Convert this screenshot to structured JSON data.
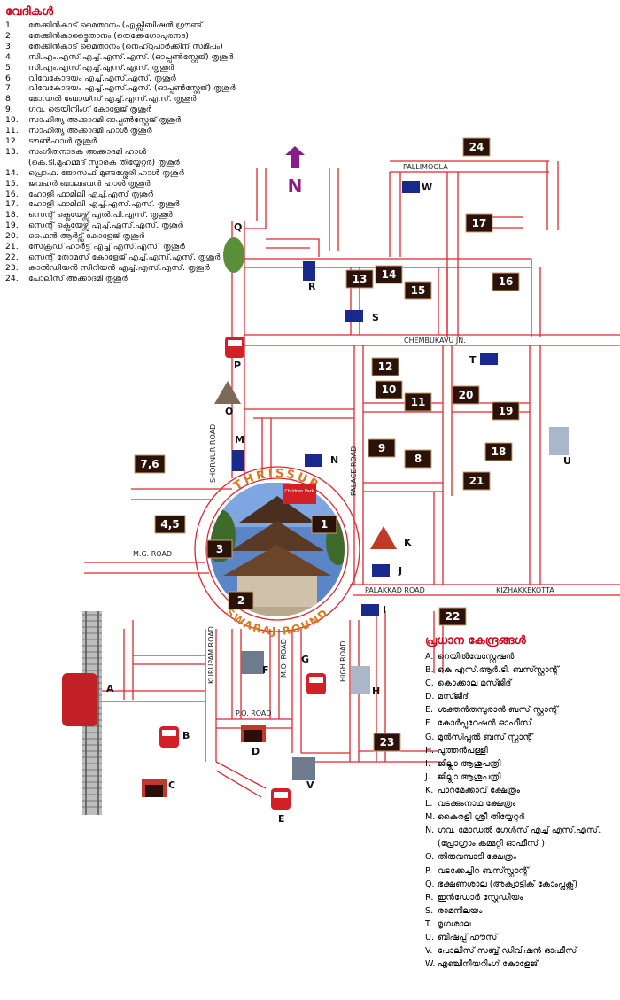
{
  "venues": {
    "title": "വേദികൾ",
    "items": [
      {
        "n": "1.",
        "t": "തേക്കിൻകാട് മൈതാനം (എക്സിബിഷൻ ഗ്രൗണ്ട്"
      },
      {
        "n": "2.",
        "t": "തേക്കിൻകാട്മൈതാനം (തെക്കേഗോപുരനട)"
      },
      {
        "n": "3.",
        "t": "തേക്കിൻകാട് മൈതാനം (നെഹ്റുപാർക്കിന് സമീപം)"
      },
      {
        "n": "4.",
        "t": "സി.എം.എസ്.എച്ച്.എസ്.എസ്. (ഓപ്പൺസ്റ്റേജ്) തൃശൂർ"
      },
      {
        "n": "5.",
        "t": "സി.എം.എസ്.എച്ച്.എസ്.എസ്. തൃശൂർ"
      },
      {
        "n": "6.",
        "t": "വിവേകോദയം എച്ച്.എസ്.എസ്. തൃശൂർ"
      },
      {
        "n": "7.",
        "t": "വിവേകോദയം എച്ച്.എസ്.എസ്. (ഓപ്പൺസ്റ്റേജ്) തൃശൂർ"
      },
      {
        "n": "8.",
        "t": "മോഡൽ ബോയ്സ് എച്ച്.എസ്.എസ്. തൃശൂർ"
      },
      {
        "n": "9.",
        "t": "ഗവ. ട്രെയിനിംഗ് കോളേജ് തൃശൂർ"
      },
      {
        "n": "10.",
        "t": "സാഹിത്യ അക്കാദമി ഓപ്പൺസ്റ്റേജ് തൃശൂർ"
      },
      {
        "n": "11.",
        "t": "സാഹിത്യ അക്കാദമി ഹാൾ തൃശൂർ"
      },
      {
        "n": "12.",
        "t": "ടൗൺഹാൾ തൃശൂർ"
      },
      {
        "n": "13.",
        "t": "സംഗീതനാടക അക്കാദമി ഹാൾ"
      },
      {
        "n": "",
        "t": "(കെ.ടി.മുഹമ്മദ് സ്മാരക തിയ്യേറ്റർ) തൃശൂർ"
      },
      {
        "n": "14.",
        "t": "പ്രൊഫ. ജോസഫ് മുണ്ടശ്ശേരി ഹാൾ തൃശൂർ"
      },
      {
        "n": "15.",
        "t": "ജവഹർ ബാലഭവൻ ഹാൾ തൃശൂർ"
      },
      {
        "n": "16.",
        "t": "ഹോളി ഫാമിലി എച്ച്.എസ് തൃശൂർ"
      },
      {
        "n": "17.",
        "t": "ഹോളി ഫാമിലി എച്ച്.എസ്.എസ്. തൃശൂർ"
      },
      {
        "n": "18.",
        "t": "സെന്റ് ക്ലെയേഴ്സ് എൽ.പി.എസ്. തൃശൂർ"
      },
      {
        "n": "19.",
        "t": "സെന്റ് ക്ലെയേഴ്സ് എച്ച്.എസ്.എസ്. തൃശൂർ"
      },
      {
        "n": "20.",
        "t": "ഫൈൻ ആർട്സ് കോളേജ് തൃശൂർ"
      },
      {
        "n": "21.",
        "t": "സേക്രഡ് ഹാർട്ട് എച്ച്.എസ്.എസ്. തൃശൂർ"
      },
      {
        "n": "22.",
        "t": "സെന്റ് തോമസ് കോളേജ് എച്ച്.എസ്.എസ്. തൃശൂർ"
      },
      {
        "n": "23.",
        "t": "കാൽഡിയൻ സിറിയൻ എച്ച്.എസ്.എസ്. തൃശൂർ"
      },
      {
        "n": "24.",
        "t": "പോലീസ് അക്കാദമി തൃശൂർ"
      }
    ]
  },
  "centers": {
    "title": "പ്രധാന കേന്ദ്രങ്ങൾ",
    "items": [
      {
        "k": "A.",
        "t": "റെയിൽവേസ്റ്റേഷൻ"
      },
      {
        "k": "B.",
        "t": "കെ.എസ്.ആർ.ടി. ബസ്സ്റ്റാന്റ്"
      },
      {
        "k": "C.",
        "t": "കൊക്കാല മസ്ജിദ്"
      },
      {
        "k": "D.",
        "t": "മസ്ജിദ്"
      },
      {
        "k": "E.",
        "t": "ശക്തൻതമ്പുരാൻ ബസ് സ്റ്റാന്റ്"
      },
      {
        "k": "F.",
        "t": "കോർപ്പറേഷൻ ഓഫീസ്"
      },
      {
        "k": "G.",
        "t": "മുൻസിപ്പൽ ബസ് സ്റ്റാന്റ്"
      },
      {
        "k": "H.",
        "t": "പുത്തൻപള്ളി"
      },
      {
        "k": "I.",
        "t": "ജില്ലാ ആശുപത്രി"
      },
      {
        "k": "J.",
        "t": "ജില്ലാ ആശുപത്രി"
      },
      {
        "k": "K.",
        "t": "പാറമേക്കാവ് ക്ഷേത്രം"
      },
      {
        "k": "L.",
        "t": "വടക്കുംനാഥ ക്ഷേത്രം"
      },
      {
        "k": "M.",
        "t": "കൈരളി ശ്രീ തിയ്യേറ്റർ"
      },
      {
        "k": "N.",
        "t": "ഗവ. മോഡൽ ഗേൾസ് എച്ച് എസ്.എസ്."
      },
      {
        "k": "",
        "t": "(പ്രോഗ്രാം കമ്മറ്റി ഓഫീസ് )"
      },
      {
        "k": "O.",
        "t": "തിരുവമ്പാടി ക്ഷേത്രം"
      },
      {
        "k": "P.",
        "t": "വടക്കേച്ചിറ ബസ്സ്റ്റാന്റ്"
      },
      {
        "k": "Q.",
        "t": "ഭക്ഷണശാല (അക്വാട്ടിക് കോംപ്ലക്സ്)"
      },
      {
        "k": "R.",
        "t": "ഇൻഡോർ സ്റ്റേഡിയം"
      },
      {
        "k": "S.",
        "t": "രാമനിലയം"
      },
      {
        "k": "T.",
        "t": "മൃഗശാല"
      },
      {
        "k": "U.",
        "t": "ബിഷപ്പ് ഹൗസ്"
      },
      {
        "k": "V.",
        "t": "പോലീസ് സബ്ബ് ഡിവിഷൻ ഓഫീസ്"
      },
      {
        "k": "W.",
        "t": "എഞ്ചിനീയറിംഗ് കോളേജ്"
      }
    ]
  },
  "map": {
    "north": "N",
    "ring_top": "THRISSUR",
    "ring_bottom": "SWARAJ ROUND",
    "children_park": "Children Park",
    "roads": {
      "pallimoola": "PALLIMOOLA",
      "chembukavu": "CHEMBUKAVU JN.",
      "shornur": "SHORNUR ROAD",
      "palace": "PALACE ROAD",
      "mg": "M.G. ROAD",
      "palakkad": "PALAKKAD ROAD",
      "kizhakkekotta": "KIZHAKKEKOTTA",
      "kurupam": "KURUPAM ROAD",
      "mo": "M.O. ROAD",
      "high": "HIGH ROAD",
      "po": "P.O. ROAD"
    },
    "numbered": [
      "1",
      "2",
      "3",
      "4,5",
      "7,6",
      "8",
      "9",
      "10",
      "11",
      "12",
      "13",
      "14",
      "15",
      "16",
      "17",
      "18",
      "19",
      "20",
      "21",
      "22",
      "23",
      "24"
    ],
    "letters": [
      "A",
      "B",
      "C",
      "D",
      "E",
      "F",
      "G",
      "H",
      "I",
      "J",
      "K",
      "M",
      "N",
      "O",
      "P",
      "Q",
      "R",
      "S",
      "T",
      "U",
      "V",
      "W"
    ],
    "colors": {
      "road": "#e0262e",
      "box": "#2a1208",
      "blue": "#1a2a8c",
      "ring_text": "#d97a1f",
      "bus": "#d31f26",
      "arrow": "#8b1a8b",
      "title": "#d0021b"
    }
  }
}
